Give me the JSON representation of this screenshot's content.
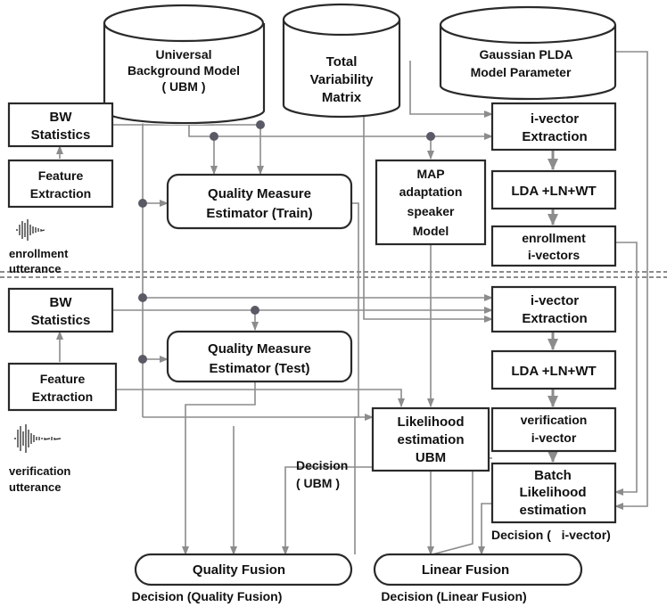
{
  "databases": {
    "ubm": {
      "line1": "Universal",
      "line2": "Background Model",
      "line3": "( UBM )"
    },
    "tv": {
      "line1": "Total",
      "line2": "Variability",
      "line3": "Matrix"
    },
    "plda": {
      "line1": "Gaussian   PLDA",
      "line2": "Model Parameter"
    }
  },
  "enroll": {
    "bw": {
      "line1": "BW",
      "line2": "Statistics"
    },
    "feature": {
      "line1": "Feature",
      "line2": "Extraction"
    },
    "utterance": {
      "line1": "enrollment",
      "line2": "utterance"
    },
    "quality": {
      "line1": "Quality Measure",
      "line2": "Estimator (Train)"
    },
    "map": {
      "line1": "MAP",
      "line2": "adaptation",
      "line3": "speaker",
      "line4": "Model"
    },
    "ivector": {
      "line1": "i-vector",
      "line2": "Extraction"
    },
    "lda": "LDA +LN+WT",
    "enroll_iv": {
      "line1": "enrollment",
      "line2": "i-vectors"
    }
  },
  "verify": {
    "bw": {
      "line1": "BW",
      "line2": "Statistics"
    },
    "feature": {
      "line1": "Feature",
      "line2": "Extraction"
    },
    "utterance": {
      "line1": "verification",
      "line2": "utterance"
    },
    "quality": {
      "line1": "Quality Measure",
      "line2": "Estimator (Test)"
    },
    "ivector": {
      "line1": "i-vector",
      "line2": "Extraction"
    },
    "lda": "LDA +LN+WT",
    "verif_iv": {
      "line1": "verification",
      "line2": "i-vector"
    },
    "likelihood": {
      "line1": "Likelihood",
      "line2": "estimation",
      "line3": "UBM"
    },
    "decision_ubm": {
      "line1": "Decision",
      "line2": "( UBM )"
    },
    "batch": {
      "line1": "Batch",
      "line2": "Likelihood",
      "line3": "estimation"
    },
    "decision_iv": "Decision (   i-vector)"
  },
  "fusion": {
    "quality": "Quality Fusion",
    "linear": "Linear Fusion",
    "decision_quality": "Decision (Quality Fusion)",
    "decision_linear": "Decision (Linear Fusion)"
  }
}
